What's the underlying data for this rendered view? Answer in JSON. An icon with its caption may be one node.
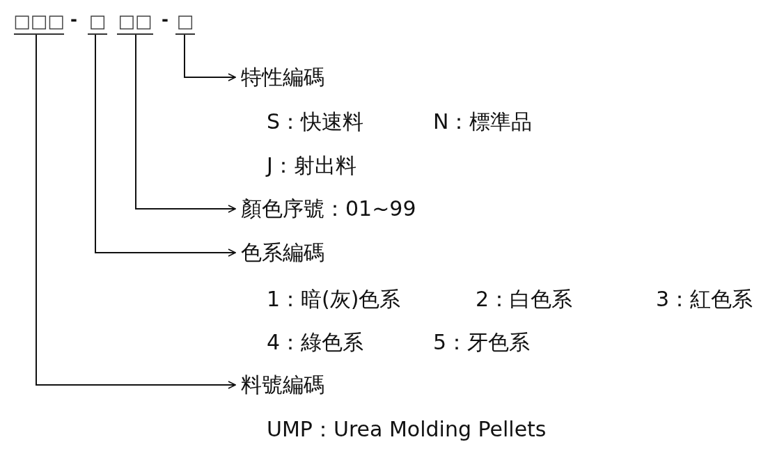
{
  "diagram": {
    "nodes": [
      {
        "text": [
          "□□□"
        ]
      },
      {
        "text": [
          "□"
        ]
      },
      {
        "text": [
          "□□"
        ]
      },
      {
        "text": [
          "□"
        ]
      },
      {
        "text": [
          "特性編碼"
        ],
        "beside": [
          "S：快速料",
          "N：標準品",
          "J：射出料"
        ]
      },
      {
        "text": [
          "顏色序號：01~99"
        ]
      },
      {
        "text": [
          "色系編碼"
        ],
        "beside": [
          "1：暗(灰)色系",
          "2：白色系",
          "4：綠色系",
          "5：牙色系"
        ]
      },
      {
        "text": [
          "料號編碼"
        ],
        "beside": [
          "UMP：Urea Molding Pellets"
        ]
      }
    ],
    "edges": [
      {
        "from": 3,
        "to": 4,
        "arrow": "to"
      },
      {
        "from": 2,
        "to": 5,
        "arrow": "to"
      },
      {
        "from": 1,
        "to": 6,
        "arrow": "to"
      },
      {
        "from": 0,
        "to": 7,
        "arrow": "to"
      }
    ],
    "labels": [
      "-",
      "-",
      "3：紅色系"
    ]
  }
}
